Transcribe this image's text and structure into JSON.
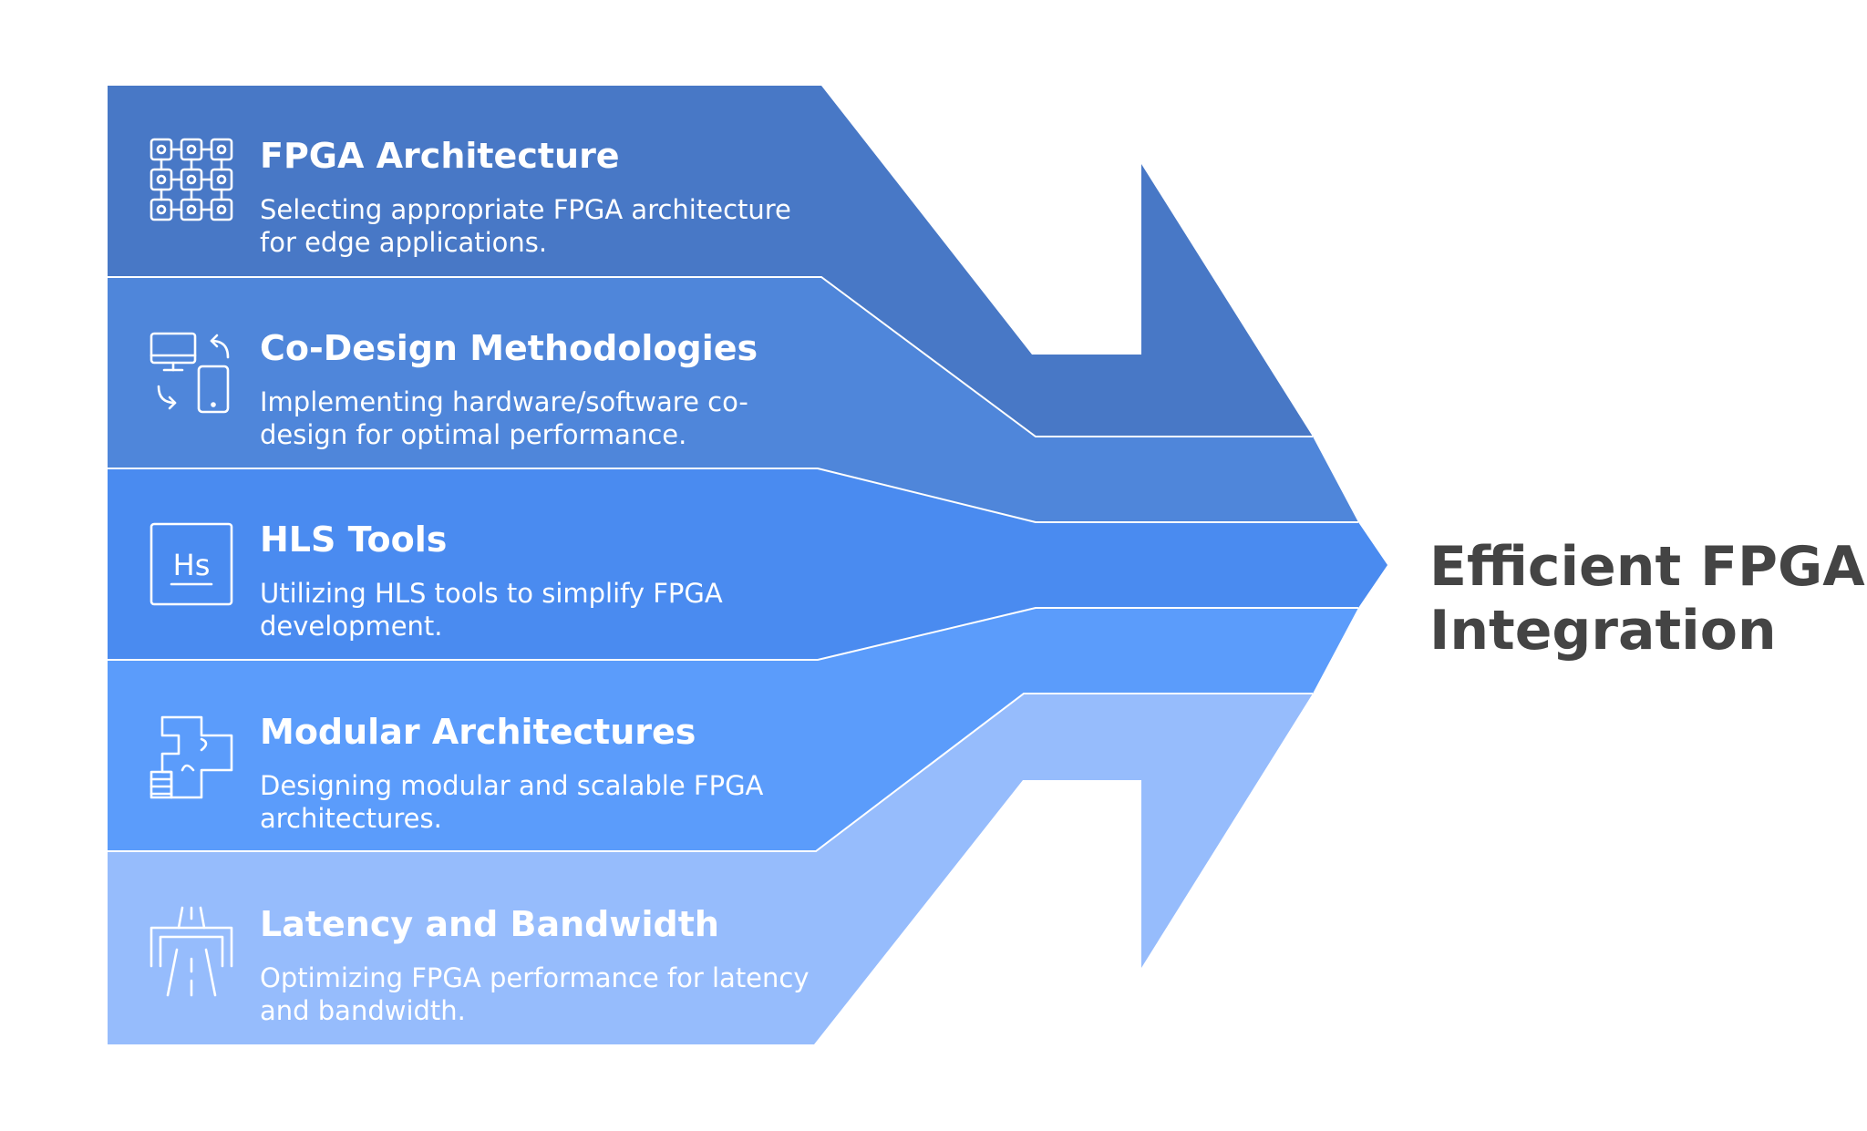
{
  "colors": {
    "band_1": "#4878c6",
    "band_2": "#4f86da",
    "band_3": "#4a8bf0",
    "band_4": "#5b9cfb",
    "band_5": "#96bcfc",
    "result_text": "#444444"
  },
  "bands": [
    {
      "icon": "chip-grid-icon",
      "title": "FPGA Architecture",
      "description_lines": [
        "Selecting appropriate FPGA architecture",
        "for edge applications."
      ]
    },
    {
      "icon": "device-sync-icon",
      "title": "Co-Design Methodologies",
      "description_lines": [
        "Implementing hardware/software co-",
        "design for optimal performance."
      ]
    },
    {
      "icon": "hls-badge-icon",
      "title": "HLS Tools",
      "description_lines": [
        "Utilizing HLS tools to simplify FPGA",
        "development."
      ]
    },
    {
      "icon": "puzzle-modules-icon",
      "title": "Modular Architectures",
      "description_lines": [
        "Designing modular and scalable FPGA",
        "architectures."
      ]
    },
    {
      "icon": "highway-icon",
      "title": "Latency and Bandwidth",
      "description_lines": [
        "Optimizing FPGA performance for latency",
        "and bandwidth."
      ]
    }
  ],
  "hls_icon_text": "Hs",
  "result": {
    "title_lines": [
      "Efficient FPGA",
      "Integration"
    ]
  }
}
